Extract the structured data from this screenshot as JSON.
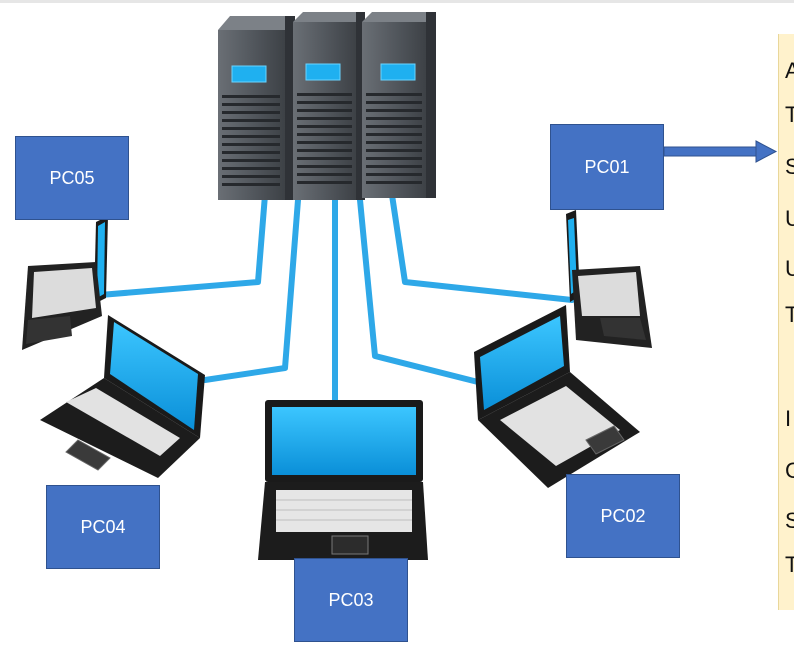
{
  "colors": {
    "label_fill": "#4472c4",
    "label_text": "#ffffff",
    "cable": "#2ea8e8",
    "arrow": "#4472c4",
    "note_bg": "#fff2cc",
    "server_body": "#4a4f55",
    "screen": "#1fb0f0"
  },
  "labels": {
    "pc01": "PC01",
    "pc02": "PC02",
    "pc03": "PC03",
    "pc04": "PC04",
    "pc05": "PC05"
  },
  "note": {
    "lines": [
      "A",
      "T",
      "S",
      "U",
      "U",
      "T",
      "",
      "I",
      "C",
      "S",
      "T"
    ]
  },
  "icons": [
    "server-rack-icon",
    "laptop-icon",
    "arrow-right-icon"
  ]
}
